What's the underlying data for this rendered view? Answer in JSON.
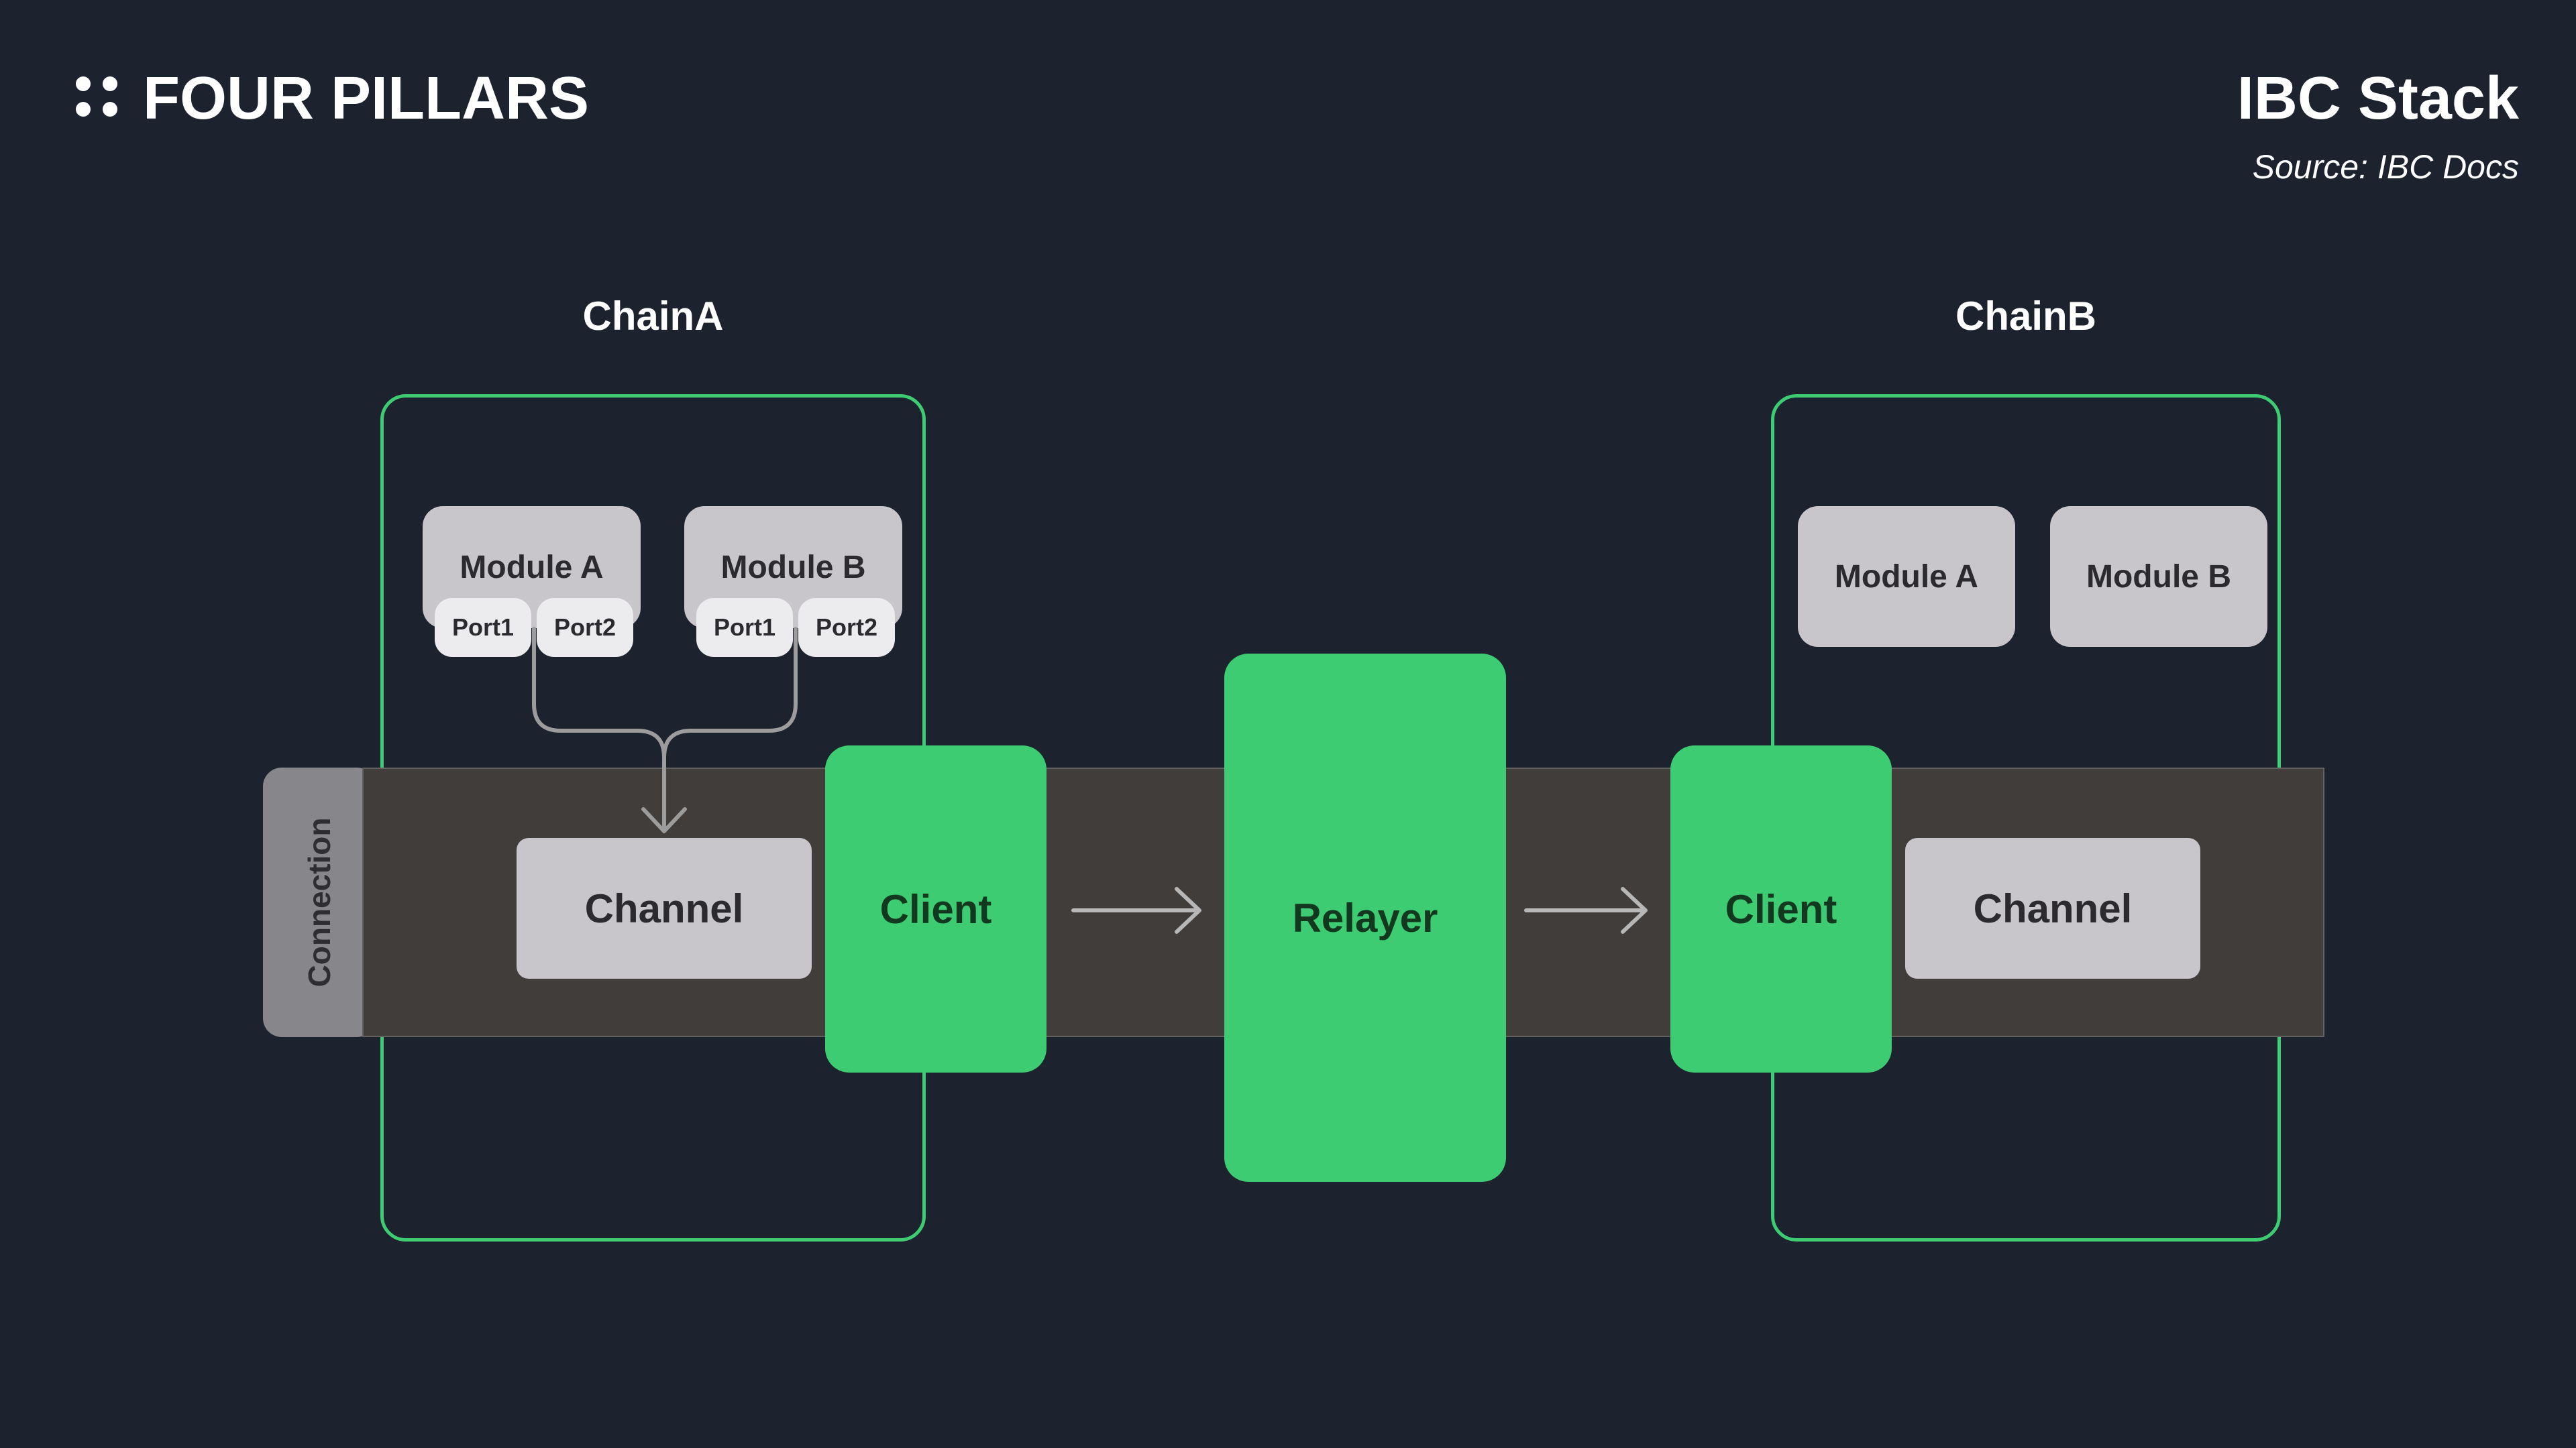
{
  "header": {
    "brand": "FOUR PILLARS",
    "logo_icon": "four-dots",
    "title": "IBC Stack",
    "subtitle": "Source: IBC Docs"
  },
  "diagram": {
    "chain_a": {
      "label": "ChainA",
      "modules": [
        {
          "label": "Module A",
          "ports": [
            "Port1",
            "Port2"
          ]
        },
        {
          "label": "Module B",
          "ports": [
            "Port1",
            "Port2"
          ]
        }
      ],
      "channel_label": "Channel",
      "client_label": "Client"
    },
    "chain_b": {
      "label": "ChainB",
      "modules": [
        {
          "label": "Module A"
        },
        {
          "label": "Module B"
        }
      ],
      "channel_label": "Channel",
      "client_label": "Client"
    },
    "connection_label": "Connection",
    "relayer_label": "Relayer"
  },
  "colors": {
    "background": "#1C222E",
    "accent_green": "#3ECC72",
    "dark_green_text": "#12381F",
    "connection_bar": "#403D3B",
    "connection_tab": "#87868B",
    "node_gray": "#C8C6CA",
    "port_gray": "#ECECEE",
    "dark_text": "#2B2B2F",
    "connector_gray": "#9C9C9C",
    "arrow_gray": "#B7B7B7",
    "text_white": "#FFFFFF"
  }
}
